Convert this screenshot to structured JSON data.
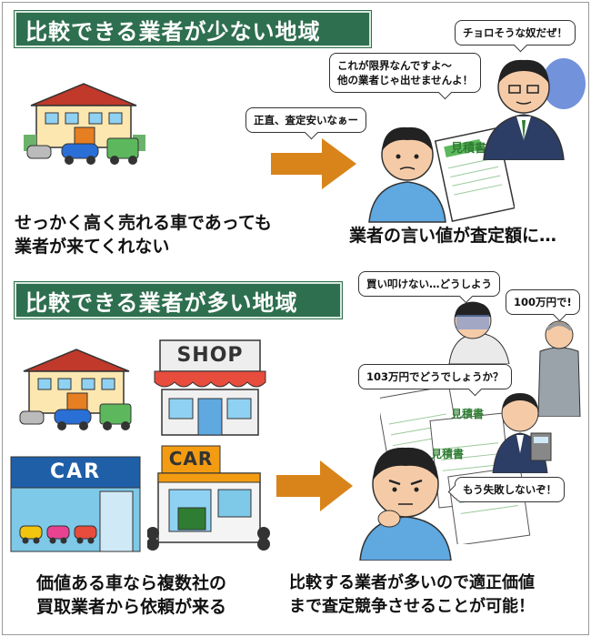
{
  "section1": {
    "title": "比較できる業者が少ない地域",
    "caption_left": [
      "せっかく高く売れる車であっても",
      "業者が来てくれない"
    ],
    "caption_right": "業者の言い値が査定額に…",
    "bubbles": {
      "dealer_cheat": "チョロそうな奴だぜ！",
      "dealer_limit": [
        "これが限界なんですよ～",
        "他の業者じゃ出せませんよ！"
      ],
      "customer": "正直、査定安いなぁー"
    },
    "doc_label": "見積書"
  },
  "section2": {
    "title": "比較できる業者が多い地域",
    "shop_sign": "SHOP",
    "car_sign_blue": "CAR",
    "car_sign_orange": "CAR",
    "caption_left": [
      "価値ある車なら複数社の",
      "買取業者から依頼が来る"
    ],
    "caption_right": [
      "比較する業者が多いので適正価値",
      "まで査定競争させることが可能！"
    ],
    "bubbles": {
      "dealer_worried": "買い叩けない…どうしよう",
      "dealer_offer1": "100万円で!",
      "dealer_offer2": "103万円でどうでしょうか？",
      "customer": "もう失敗しないぞ！"
    },
    "doc_label": "見積書"
  },
  "colors": {
    "banner": "#2e6f4f",
    "arrow": "#d9841a"
  }
}
